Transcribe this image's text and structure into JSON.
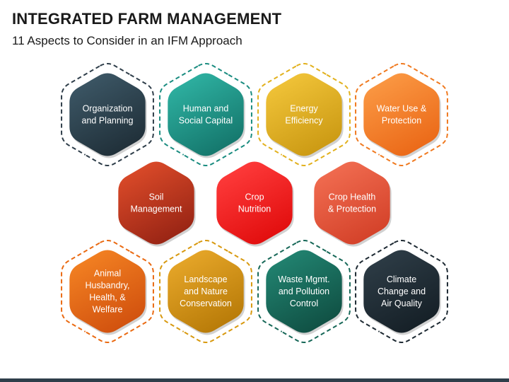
{
  "title": "INTEGRATED FARM MANAGEMENT",
  "subtitle": "11 Aspects to Consider in an IFM Approach",
  "aspects": [
    {
      "label": [
        "Organization",
        "and Planning"
      ],
      "light": "#3d5867",
      "dark": "#1e2d36",
      "dashed": true,
      "dash_color": "#2f3e4a",
      "icon": "hexagon"
    },
    {
      "label": [
        "Human and",
        "Social Capital"
      ],
      "light": "#2fb3a3",
      "dark": "#137369",
      "dashed": true,
      "dash_color": "#1a8c80",
      "icon": "hexagon"
    },
    {
      "label": [
        "Energy",
        "Efficiency"
      ],
      "light": "#f2c53a",
      "dark": "#c99711",
      "dashed": true,
      "dash_color": "#e2b11e",
      "icon": "hexagon"
    },
    {
      "label": [
        "Water Use &",
        "Protection"
      ],
      "light": "#fb9a45",
      "dark": "#ea6615",
      "dashed": true,
      "dash_color": "#f07a20",
      "icon": "hexagon"
    },
    {
      "label": [
        "Soil",
        "Management"
      ],
      "light": "#de4c2a",
      "dark": "#942213",
      "dashed": false,
      "dash_color": "",
      "icon": "hexagon"
    },
    {
      "label": [
        "Crop",
        "Nutrition"
      ],
      "light": "#ff3d3d",
      "dark": "#e00b0b",
      "dashed": false,
      "dash_color": "",
      "icon": "hexagon"
    },
    {
      "label": [
        "Crop Health",
        "& Protection"
      ],
      "light": "#f26e52",
      "dark": "#d23f27",
      "dashed": false,
      "dash_color": "",
      "icon": "hexagon"
    },
    {
      "label": [
        "Animal",
        "Husbandry,",
        "Health, &",
        "Welfare"
      ],
      "light": "#f48323",
      "dark": "#cf4e0d",
      "dashed": true,
      "dash_color": "#ea6a12",
      "icon": "hexagon"
    },
    {
      "label": [
        "Landscape",
        "and Nature",
        "Conservation"
      ],
      "light": "#e8a82a",
      "dark": "#b57806",
      "dashed": true,
      "dash_color": "#d8990f",
      "icon": "hexagon"
    },
    {
      "label": [
        "Waste Mgmt.",
        "and Pollution",
        "Control"
      ],
      "light": "#228572",
      "dark": "#0f4d41",
      "dashed": true,
      "dash_color": "#176858",
      "icon": "hexagon"
    },
    {
      "label": [
        "Climate",
        "Change and",
        "Air Quality"
      ],
      "light": "#2e3d47",
      "dark": "#141e25",
      "dashed": true,
      "dash_color": "#1e2a33",
      "icon": "hexagon"
    }
  ],
  "footer_bar_color": "#2f3e4a"
}
